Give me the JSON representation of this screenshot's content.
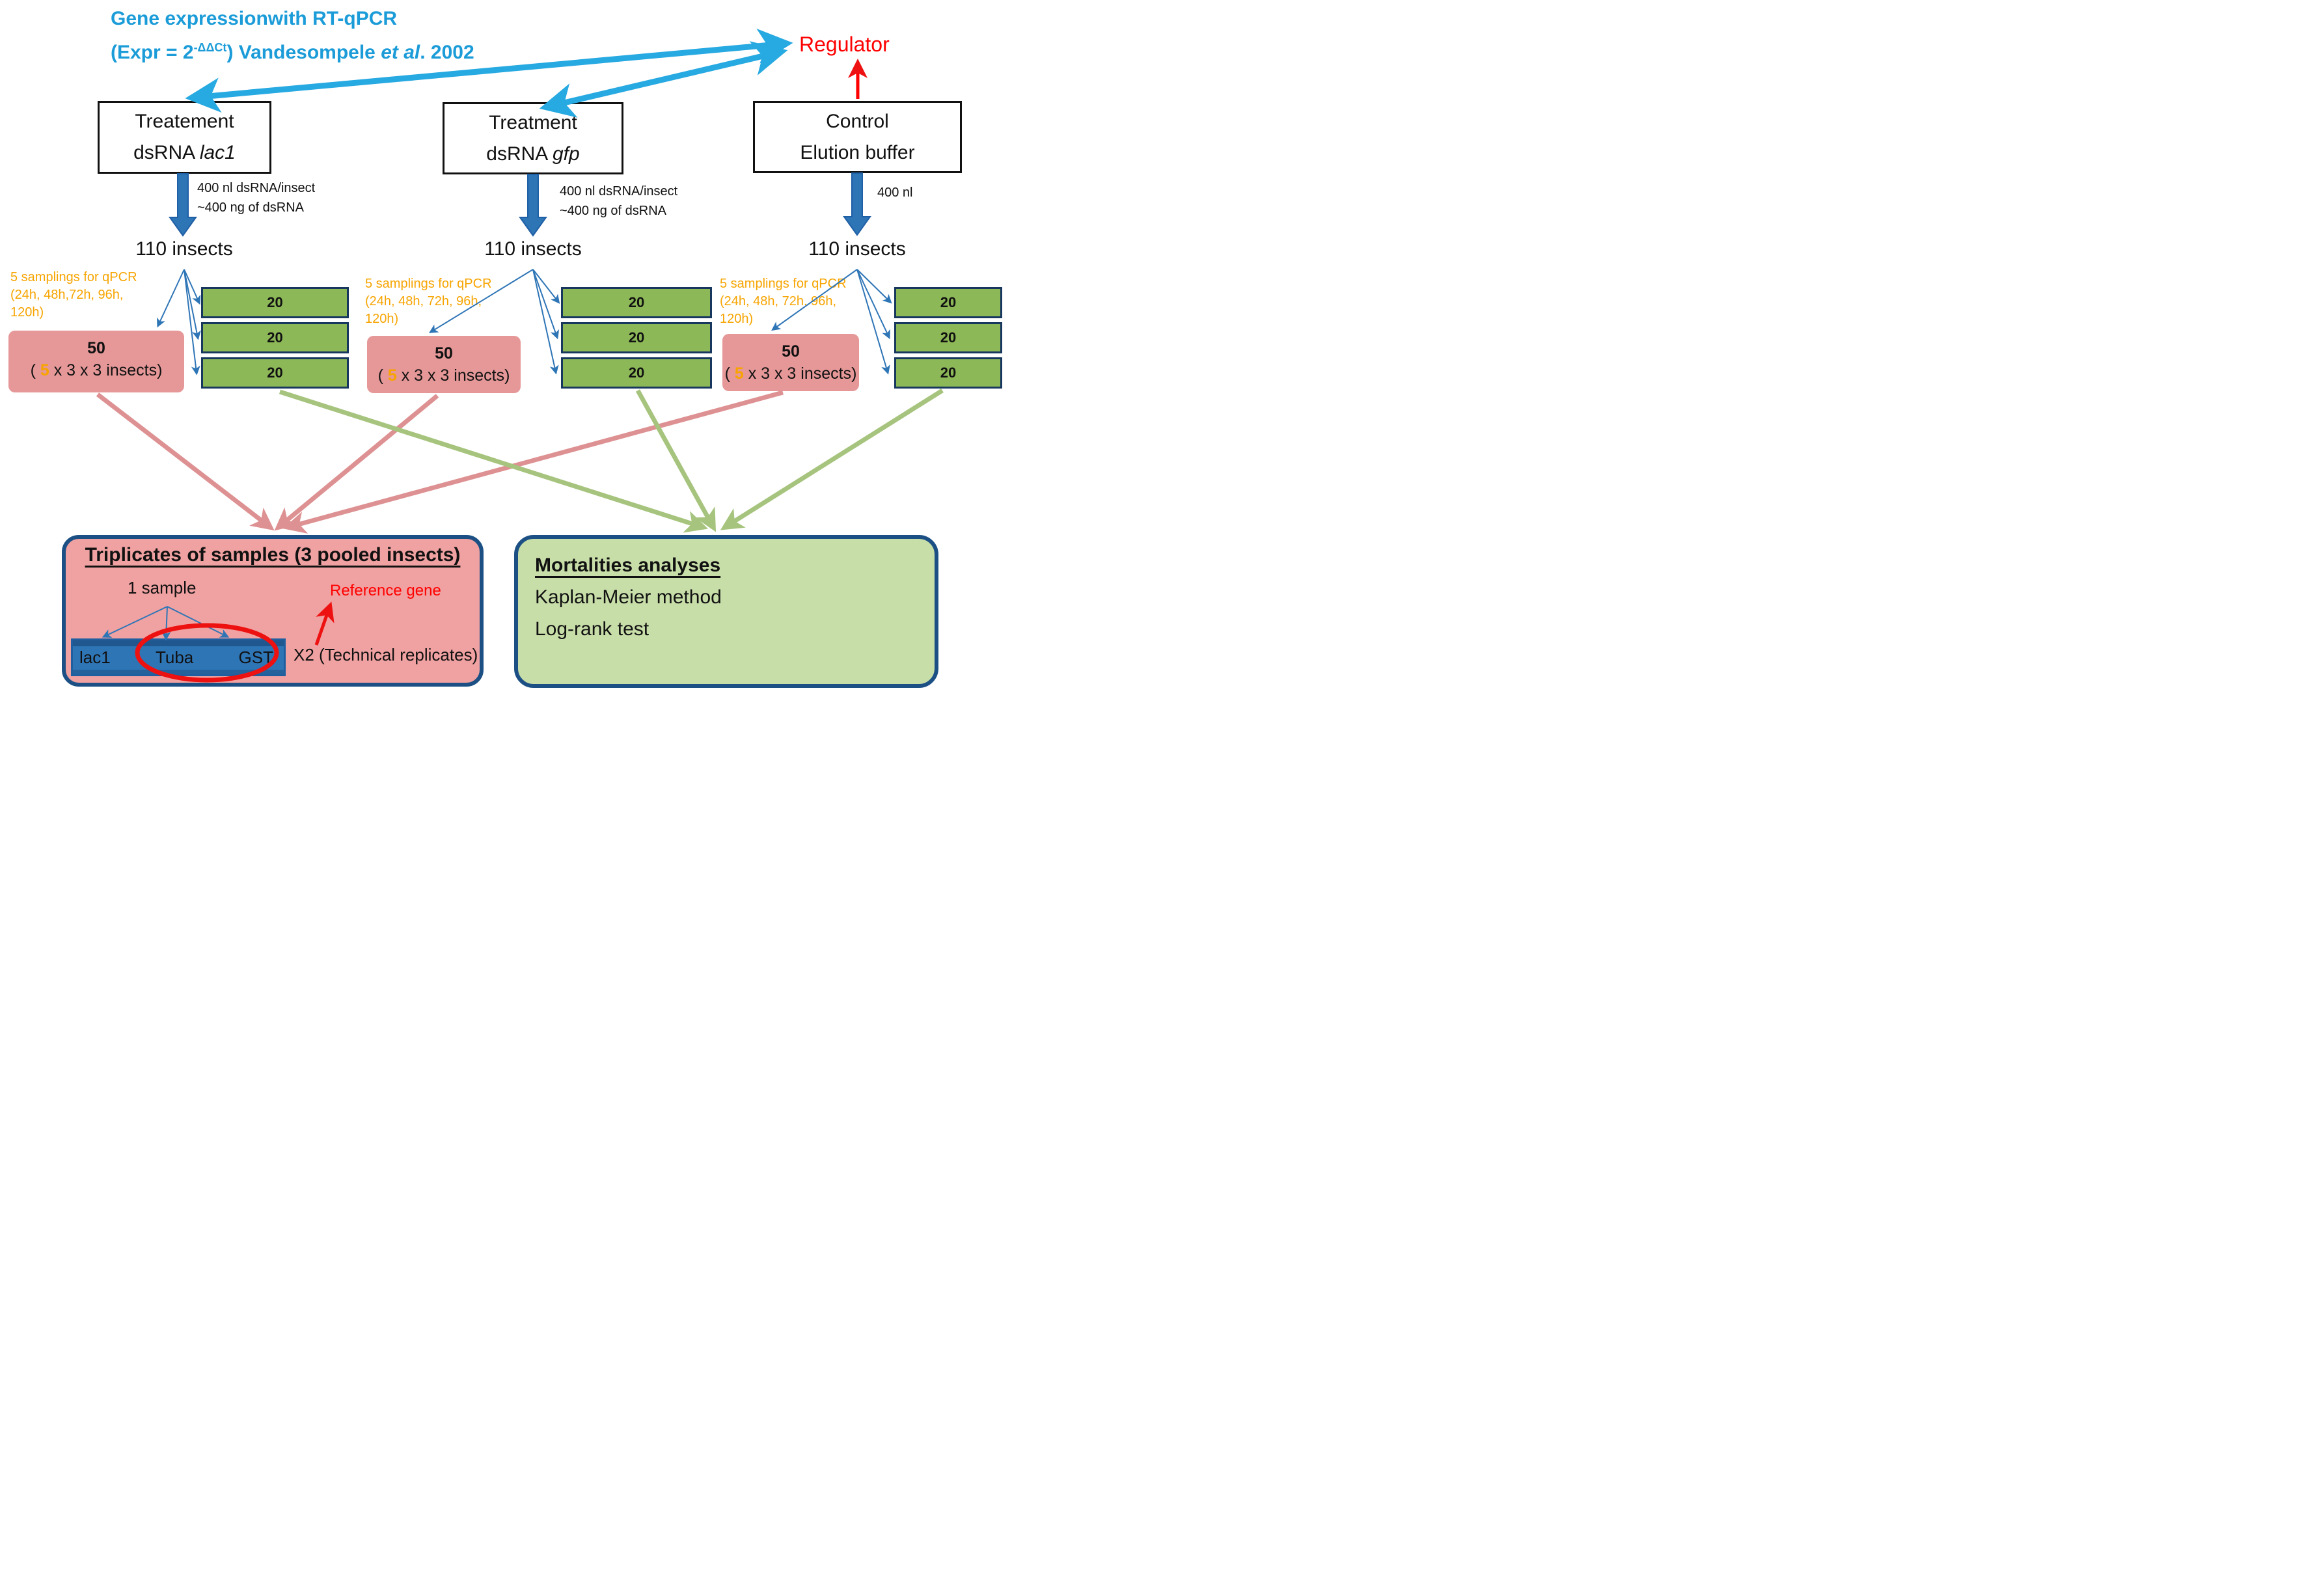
{
  "title": {
    "line1": "Gene expressionwith RT-qPCR",
    "line2_pre": "(Expr = 2",
    "line2_sup": "-ΔΔCt",
    "line2_mid": ") Vandesompele ",
    "line2_italic": "et al",
    "line2_end": ". 2002"
  },
  "regulator_label": "Regulator",
  "columns": [
    {
      "treatment_line1": "Treatement",
      "treatment_line2_prefix": "dsRNA ",
      "treatment_line2_italic": "lac1",
      "dose_line1": "400 nl dsRNA/insect",
      "dose_line2": "~400 ng of dsRNA",
      "population": "110 insects",
      "sampling_line1": "5 samplings for qPCR",
      "sampling_line2": "(24h, 48h,72h, 96h,",
      "sampling_line3": "120h)",
      "pool_count": "50",
      "pool_open": "( ",
      "pool_orange": "5",
      "pool_rest": " x 3 x 3 insects)",
      "group_values": [
        "20",
        "20",
        "20"
      ]
    },
    {
      "treatment_line1": "Treatment",
      "treatment_line2_prefix": "dsRNA ",
      "treatment_line2_italic": "gfp",
      "dose_line1": "400 nl dsRNA/insect",
      "dose_line2": "~400 ng of dsRNA",
      "population": "110 insects",
      "sampling_line1": "5 samplings for qPCR",
      "sampling_line2": "(24h, 48h, 72h, 96h,",
      "sampling_line3": "120h)",
      "pool_count": "50",
      "pool_open": "( ",
      "pool_orange": "5",
      "pool_rest": " x 3 x 3 insects)",
      "group_values": [
        "20",
        "20",
        "20"
      ]
    },
    {
      "treatment_line1": "Control",
      "treatment_line2_prefix": "Elution buffer",
      "treatment_line2_italic": "",
      "dose_line1": "400 nl",
      "dose_line2": "",
      "population": "110 insects",
      "sampling_line1": "5 samplings for qPCR",
      "sampling_line2": "(24h, 48h, 72h, 96h,",
      "sampling_line3": "120h)",
      "pool_count": "50",
      "pool_open": "( ",
      "pool_orange": "5",
      "pool_rest": " x 3 x 3 insects)",
      "group_values": [
        "20",
        "20",
        "20"
      ]
    }
  ],
  "triplicates_box": {
    "title": "Triplicates of samples (3 pooled insects)",
    "sample_label": "1 sample",
    "reference_gene_label": "Reference gene",
    "genes": [
      "lac1",
      "Tuba",
      "GST"
    ],
    "technical_replicates_label": "X2 (Technical replicates)"
  },
  "mortalities_box": {
    "title": "Mortalities analyses",
    "method": "Kaplan-Meier method",
    "test": "Log-rank test"
  },
  "colors": {
    "title_blue": "#1B9CD8",
    "arrow_cyan": "#27A9E1",
    "regulator_red": "#FF0000",
    "fat_arrow_blue": "#2E75B6",
    "fan_arrow_blue": "#2E75B6",
    "sampling_orange": "#F7A400",
    "pool_pink": "#E69898",
    "group_green": "#8CB857",
    "group_border_navy": "#17375E",
    "big_pink_fill": "#F0A1A1",
    "big_green_fill": "#C8DEA9",
    "big_border_navy": "#1C5084",
    "gene_box_blue": "#2E75B6",
    "pink_arrow": "#DE9192",
    "green_arrow": "#A6C47D"
  }
}
